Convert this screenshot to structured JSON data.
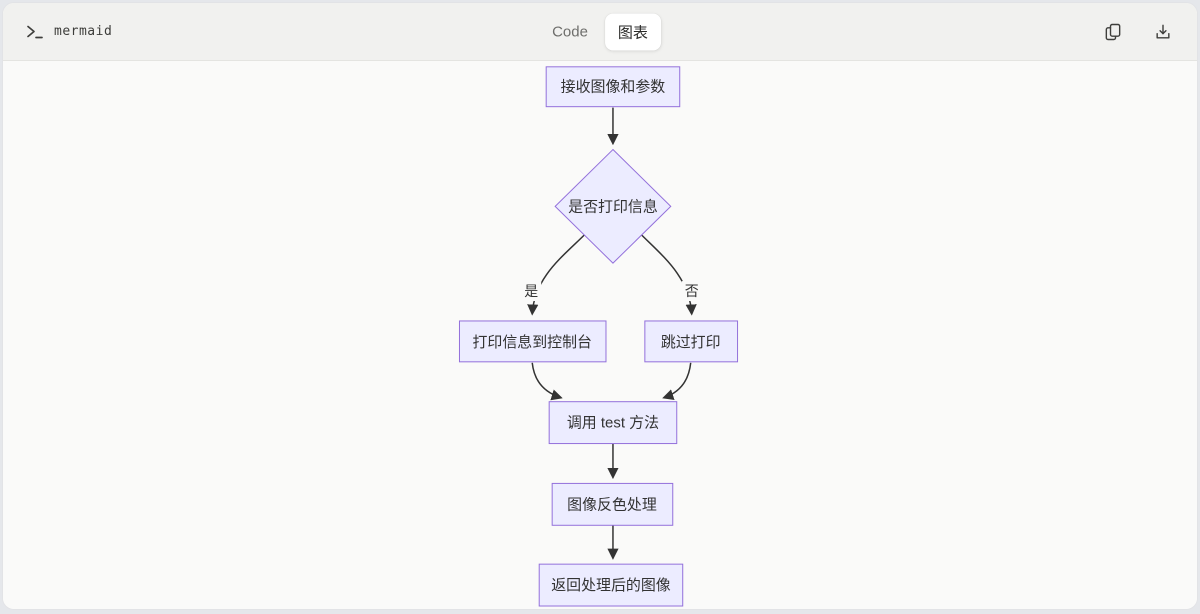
{
  "header": {
    "title": "mermaid",
    "tabs": [
      {
        "label": "Code",
        "active": false
      },
      {
        "label": "图表",
        "active": true
      }
    ],
    "icons": {
      "left": "terminal-icon",
      "actions": [
        "copy-icon",
        "download-icon"
      ]
    }
  },
  "colors": {
    "node_fill": "#ECECFF",
    "node_stroke": "#9370DB",
    "edge": "#333333",
    "header_bg": "#f1f1ef",
    "canvas_bg": "#fafaf9",
    "active_tab_bg": "#ffffff"
  },
  "diagram": {
    "type": "flowchart",
    "direction": "top-down",
    "nodes": [
      {
        "id": "A",
        "shape": "rect",
        "label": "接收图像和参数"
      },
      {
        "id": "B",
        "shape": "diamond",
        "label": "是否打印信息"
      },
      {
        "id": "C",
        "shape": "rect",
        "label": "打印信息到控制台"
      },
      {
        "id": "D",
        "shape": "rect",
        "label": "跳过打印"
      },
      {
        "id": "E",
        "shape": "rect",
        "label": "调用 test 方法"
      },
      {
        "id": "F",
        "shape": "rect",
        "label": "图像反色处理"
      },
      {
        "id": "G",
        "shape": "rect",
        "label": "返回处理后的图像"
      }
    ],
    "edges": [
      {
        "from": "A",
        "to": "B",
        "label": ""
      },
      {
        "from": "B",
        "to": "C",
        "label": "是"
      },
      {
        "from": "B",
        "to": "D",
        "label": "否"
      },
      {
        "from": "C",
        "to": "E",
        "label": ""
      },
      {
        "from": "D",
        "to": "E",
        "label": ""
      },
      {
        "from": "E",
        "to": "F",
        "label": ""
      },
      {
        "from": "F",
        "to": "G",
        "label": ""
      }
    ]
  }
}
